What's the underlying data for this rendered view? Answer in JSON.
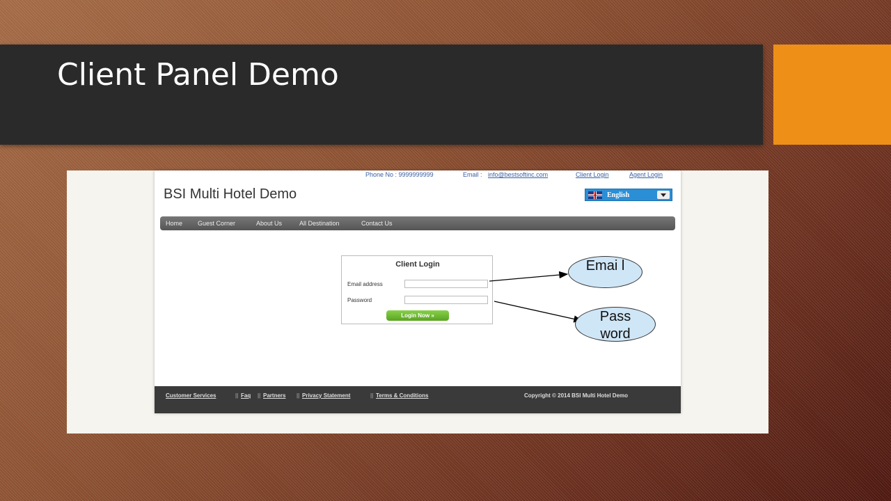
{
  "slide": {
    "title": "Client Panel Demo"
  },
  "colors": {
    "accent": "#ee9017",
    "title_bar": "#2a2a2a",
    "login_button": "#6cb52f"
  },
  "site": {
    "top_links": {
      "phone": "Phone No : 9999999999",
      "email_label": "Email : ",
      "email": "info@bestsoftinc.com",
      "client_login": "Client Login",
      "agent_login": "Agent Login"
    },
    "title": "BSI Multi Hotel Demo",
    "language": {
      "selected": "English",
      "flag_icon": "uk-flag-icon"
    },
    "nav": [
      "Home",
      "Guest Corner",
      "About Us",
      "All Destination",
      "Contact Us"
    ],
    "login": {
      "title": "Client Login",
      "email_label": "Email address",
      "email_value": "",
      "password_label": "Password",
      "password_value": "",
      "button": "Login Now »"
    },
    "footer": {
      "links": [
        "Customer Services",
        "Faq",
        "Partners",
        "Privacy Statement",
        "Terms & Conditions"
      ],
      "separator": "||",
      "copyright": "Copyright  ©  2014   BSI Multi Hotel Demo"
    }
  },
  "callouts": {
    "email": "Emai l",
    "password": "Pass word"
  }
}
